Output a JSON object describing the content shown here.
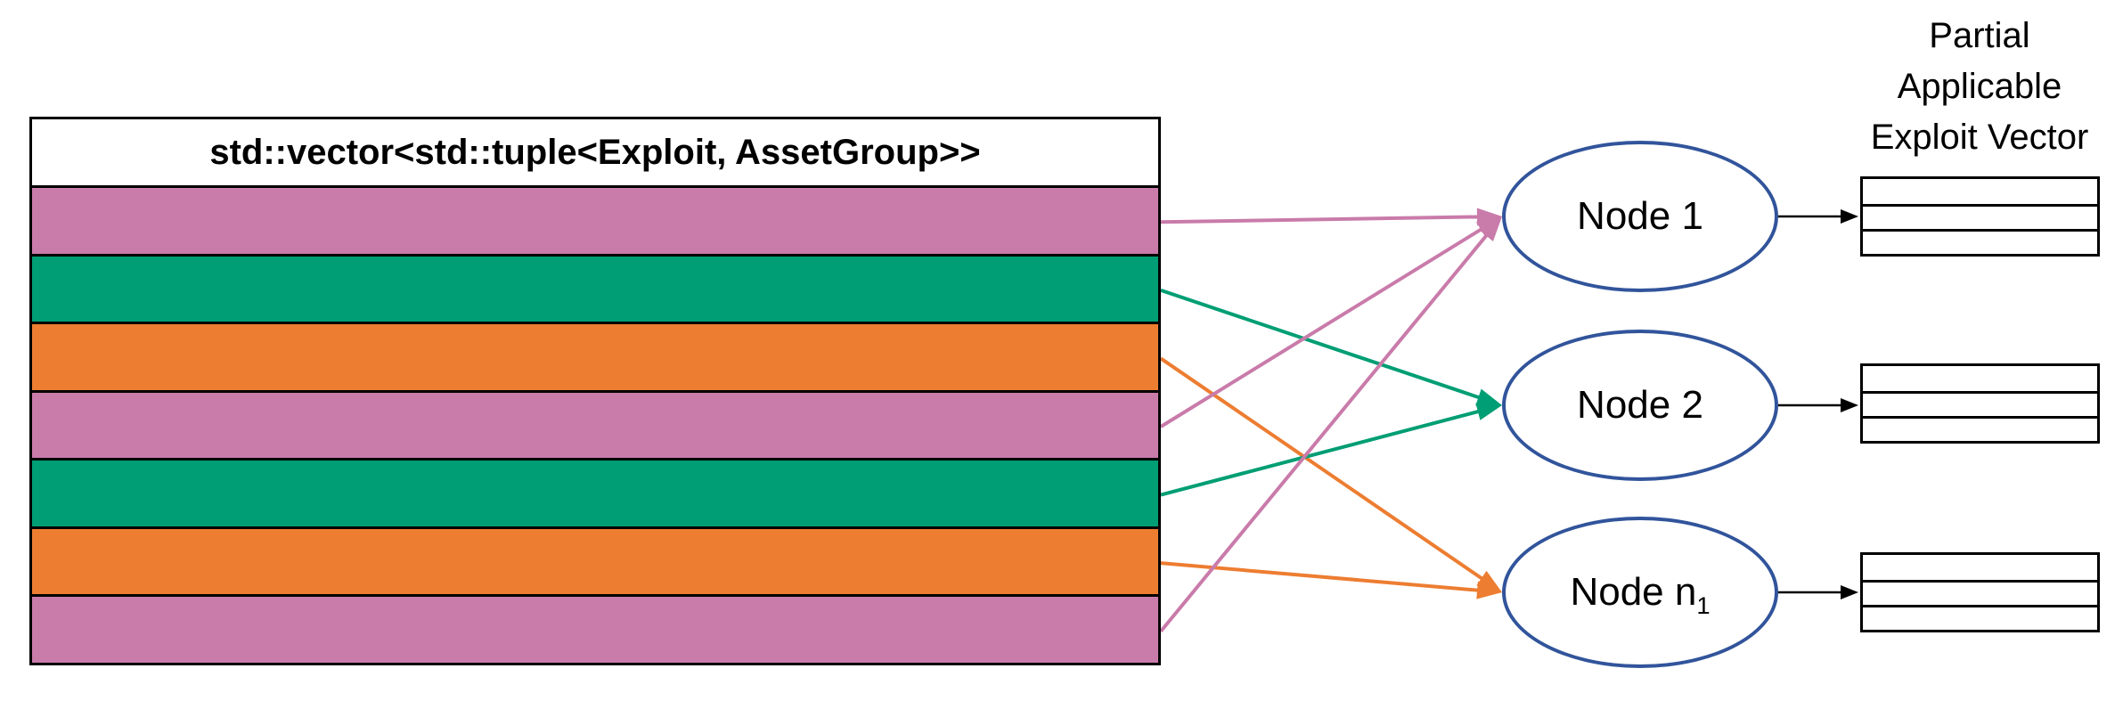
{
  "diagram": {
    "vector_table": {
      "header": "std::vector<std::tuple<Exploit, AssetGroup>>",
      "rows": [
        {
          "index": 0,
          "color_name": "pink",
          "hex": "#C97BAA",
          "links_to": "node-1"
        },
        {
          "index": 1,
          "color_name": "green",
          "hex": "#009E74",
          "links_to": "node-2"
        },
        {
          "index": 2,
          "color_name": "orange",
          "hex": "#ED7D31",
          "links_to": "node-n1"
        },
        {
          "index": 3,
          "color_name": "pink",
          "hex": "#C97BAA",
          "links_to": "node-1"
        },
        {
          "index": 4,
          "color_name": "green",
          "hex": "#009E74",
          "links_to": "node-2"
        },
        {
          "index": 5,
          "color_name": "orange",
          "hex": "#ED7D31",
          "links_to": "node-n1"
        },
        {
          "index": 6,
          "color_name": "pink",
          "hex": "#C97BAA",
          "links_to": "node-1"
        }
      ]
    },
    "nodes": [
      {
        "id": "node-1",
        "label": "Node 1",
        "sub": ""
      },
      {
        "id": "node-2",
        "label": "Node 2",
        "sub": ""
      },
      {
        "id": "node-n1",
        "label": "Node n",
        "sub": "1"
      }
    ],
    "output_title_lines": [
      "Partial",
      "Applicable",
      "Exploit Vector"
    ],
    "mini_table_rows_per_table": 3,
    "palette": {
      "row_pink": "#C97BAA",
      "row_green": "#009E74",
      "row_orange": "#ED7D31",
      "ellipse_stroke": "#31549B",
      "border_black": "#000000",
      "background": "#FFFFFF"
    }
  }
}
